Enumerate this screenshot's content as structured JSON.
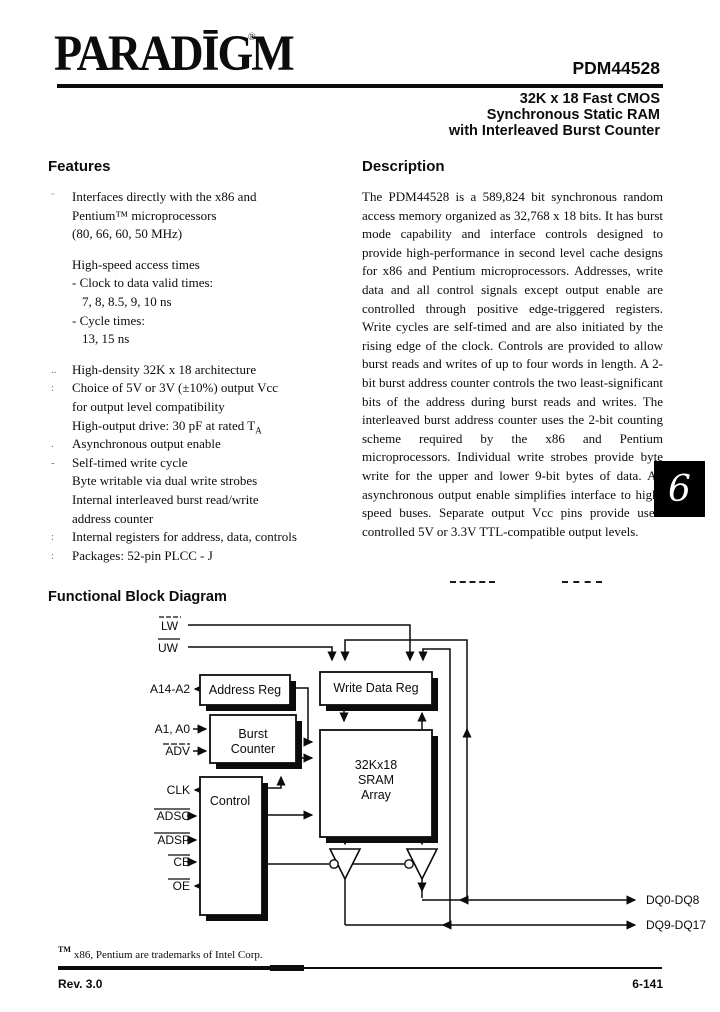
{
  "header": {
    "logo_text": "PARADĪGM",
    "registered_mark": "®",
    "part_number": "PDM44528",
    "title_lines": [
      "32K x 18 Fast CMOS",
      "Synchronous Static RAM",
      "with Interleaved Burst Counter"
    ]
  },
  "features": {
    "heading": "Features",
    "lines": [
      {
        "m": "¨",
        "t": "Interfaces directly with the x86 and",
        "cls": ""
      },
      {
        "m": "",
        "t": "Pentium™ microprocessors",
        "cls": ""
      },
      {
        "m": "",
        "t": "(80, 66, 60, 50 MHz)",
        "cls": ""
      },
      {
        "m": "",
        "t": "",
        "cls": "gap"
      },
      {
        "m": "",
        "t": "High-speed access times",
        "cls": ""
      },
      {
        "m": "",
        "t": "- Clock to data valid times:",
        "cls": ""
      },
      {
        "m": "",
        "t": "7, 8, 8.5, 9, 10 ns",
        "cls": "sub"
      },
      {
        "m": "",
        "t": "- Cycle times:",
        "cls": ""
      },
      {
        "m": "",
        "t": "13, 15 ns",
        "cls": "sub"
      },
      {
        "m": "",
        "t": "",
        "cls": "gap"
      },
      {
        "m": "..",
        "t": "High-density 32K x 18 architecture",
        "cls": ""
      },
      {
        "m": ":",
        "t": "Choice of 5V or 3V (±10%) output Vcc",
        "cls": ""
      },
      {
        "m": "",
        "t": "for output level compatibility",
        "cls": ""
      },
      {
        "m": "",
        "t": "High-output drive: 30 pF at rated T",
        "sub": "A",
        "cls": ""
      },
      {
        "m": ".",
        "t": "Asynchronous output enable",
        "cls": ""
      },
      {
        "m": "-",
        "t": "Self-timed write cycle",
        "cls": ""
      },
      {
        "m": "",
        "t": "Byte writable via dual write strobes",
        "cls": ""
      },
      {
        "m": "",
        "t": "Internal interleaved burst read/write",
        "cls": ""
      },
      {
        "m": "",
        "t": "address counter",
        "cls": ""
      },
      {
        "m": ":",
        "t": "Internal registers for address, data, controls",
        "cls": ""
      },
      {
        "m": ":",
        "t": "Packages: 52-pin PLCC - J",
        "cls": ""
      }
    ]
  },
  "description": {
    "heading": "Description",
    "paragraph": "The PDM44528 is a 589,824 bit synchronous random access memory organized as 32,768 x 18 bits. It has burst mode capability and interface controls designed to provide high-performance in second level cache designs for x86 and Pentium microprocessors. Addresses, write data and all control signals except output enable are controlled through positive edge-triggered registers. Write cycles are self-timed and are also initiated by the rising edge of the clock. Controls are provided to allow burst reads and writes of up to four words in length. A 2-bit burst address counter controls the two least-significant bits of the address during burst reads and writes. The interleaved burst address counter uses the 2-bit counting scheme required by the x86 and Pentium microprocessors. Individual write strobes provide byte write for the upper and lower 9-bit bytes of data. An asynchronous output enable simplifies interface to high-speed buses. Separate output Vcc pins provide user-controlled 5V or 3.3V TTL-compatible output levels."
  },
  "section_tab": {
    "label": "6"
  },
  "diagram": {
    "heading": "Functional Block Diagram",
    "signals": {
      "lw": "LW",
      "uw": "UW",
      "a14_a2": "A14-A2",
      "a1_a0": "A1, A0",
      "adv": "ADV",
      "clk": "CLK",
      "adsc": "ADSC",
      "adsp": "ADSP",
      "ce": "CE",
      "oe": "OE",
      "dq_low": "DQ0-DQ8",
      "dq_high": "DQ9-DQ17"
    },
    "blocks": {
      "address_reg": "Address Reg",
      "write_data_reg": "Write Data Reg",
      "burst_line1": "Burst",
      "burst_line2": "Counter",
      "control": "Control",
      "sram_line1": "32Kx18",
      "sram_line2": "SRAM",
      "sram_line3": "Array"
    }
  },
  "footer": {
    "tm_mark": "TM",
    "trademark_note": "x86, Pentium are trademarks of Intel Corp.",
    "revision": "Rev. 3.0",
    "page_number": "6-141"
  }
}
